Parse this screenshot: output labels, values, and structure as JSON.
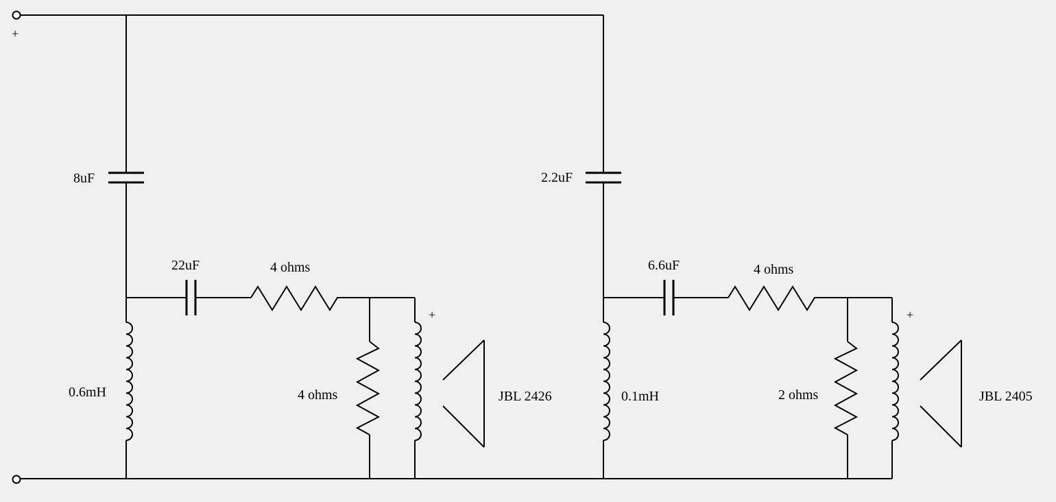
{
  "terminals": {
    "positive_sign": "+"
  },
  "tweeter_section": {
    "series_cap": "8uF",
    "shunt_inductor": "0.6mH",
    "rc_cap": "22uF",
    "rc_resistor": "4 ohms",
    "load_resistor": "4 ohms",
    "polarity": "+",
    "driver": "JBL 2426"
  },
  "supertweeter_section": {
    "series_cap": "2.2uF",
    "shunt_inductor": "0.1mH",
    "rc_cap": "6.6uF",
    "rc_resistor": "4 ohms",
    "load_resistor": "2 ohms",
    "polarity": "+",
    "driver": "JBL 2405"
  },
  "colors": {
    "background": "#f0f0f0",
    "line": "#000000"
  }
}
